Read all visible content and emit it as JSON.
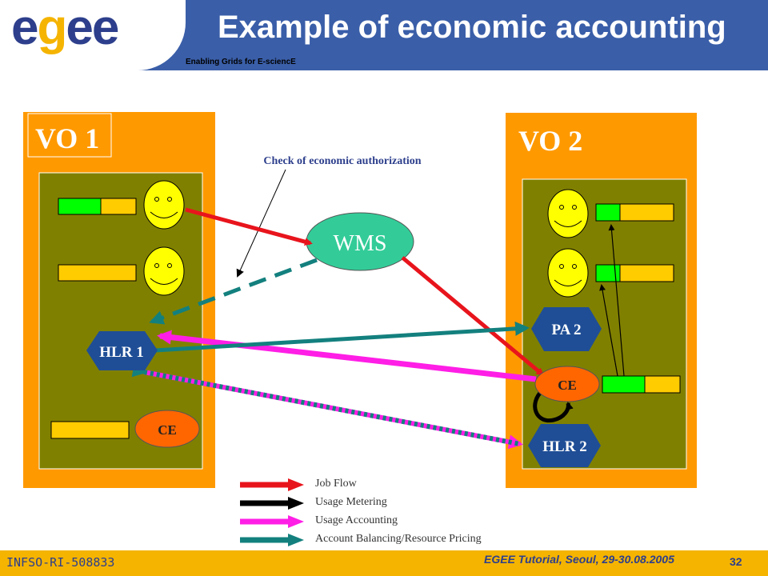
{
  "header": {
    "logo_text": "egee",
    "tagline": "Enabling Grids for E-sciencE",
    "title": "Example of economic accounting"
  },
  "diagram": {
    "vo1_label": "VO 1",
    "vo2_label": "VO 2",
    "annotation": "Check of economic authorization",
    "wms_label": "WMS",
    "hlr1_label": "HLR 1",
    "hlr2_label": "HLR 2",
    "pa2_label": "PA 2",
    "ce1_label": "CE",
    "ce2_label": "CE"
  },
  "legend": {
    "items": [
      {
        "label": "Job Flow",
        "color": "#e8141c"
      },
      {
        "label": "Usage Metering",
        "color": "#000000"
      },
      {
        "label": "Usage Accounting",
        "color": "#ff1ee6"
      },
      {
        "label": "Account Balancing/Resource Pricing",
        "color": "#13807e"
      }
    ]
  },
  "footer": {
    "left": "INFSO-RI-508833",
    "center": "EGEE Tutorial, Seoul, 29-30.08.2005",
    "page": "32"
  },
  "colors": {
    "header_bg": "#3a5ea8",
    "footer_bg": "#f5b400",
    "vo_bg": "#ff9900",
    "inner_bg": "#808000",
    "wms_fill": "#33cc99",
    "ce_fill": "#ff6600",
    "hex_fill": "#1f4e96",
    "bar_green": "#00ff00",
    "bar_yellow": "#ffcc00",
    "face_fill": "#ffff00"
  }
}
